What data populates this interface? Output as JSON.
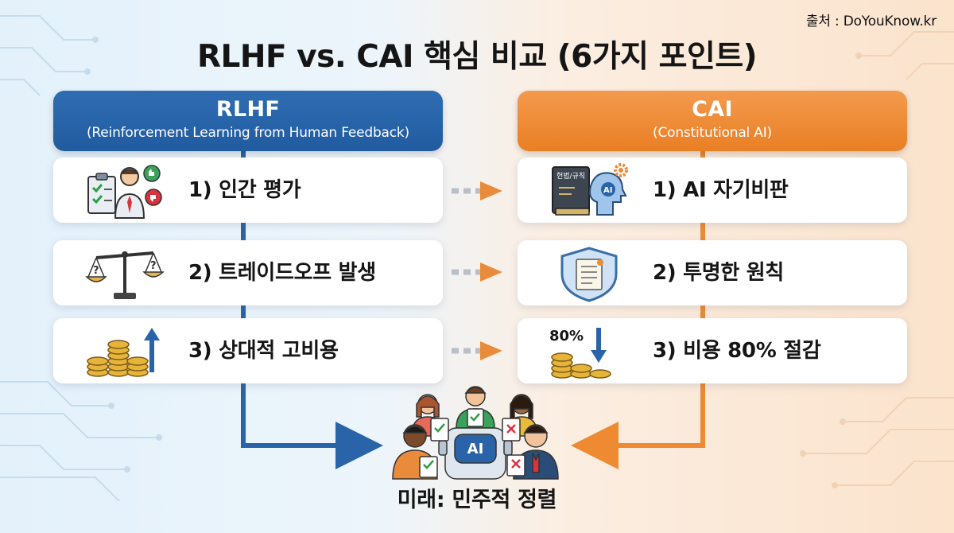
{
  "source": "출처 : DoYouKnow.kr",
  "title": "RLHF vs. CAI 핵심 비교 (6가지 포인트)",
  "left": {
    "title": "RLHF",
    "subtitle": "(Reinforcement Learning from Human Feedback)",
    "items": [
      {
        "label": "1) 인간 평가",
        "icon": "human-evaluator-icon"
      },
      {
        "label": "2) 트레이드오프 발생",
        "icon": "balance-scale-icon"
      },
      {
        "label": "3) 상대적 고비용",
        "icon": "coins-arrow-up-icon"
      }
    ]
  },
  "right": {
    "title": "CAI",
    "subtitle": "(Constitutional AI)",
    "items": [
      {
        "label": "1) AI 자기비판",
        "icon": "constitution-book-ai-icon",
        "icon_text": "헌법/규칙"
      },
      {
        "label": "2) 투명한 원칙",
        "icon": "shield-document-icon"
      },
      {
        "label": "3) 비용 80% 절감",
        "icon": "coins-arrow-down-icon",
        "icon_text": "80%"
      }
    ]
  },
  "bottom": {
    "label": "미래: 민주적 정렬",
    "icon": "people-with-ai-icon",
    "ai_text": "AI"
  },
  "colors": {
    "rlhf_blue": "#2a64a8",
    "cai_orange": "#ee8a32",
    "flow_arrow_orange": "#e98b3a"
  }
}
